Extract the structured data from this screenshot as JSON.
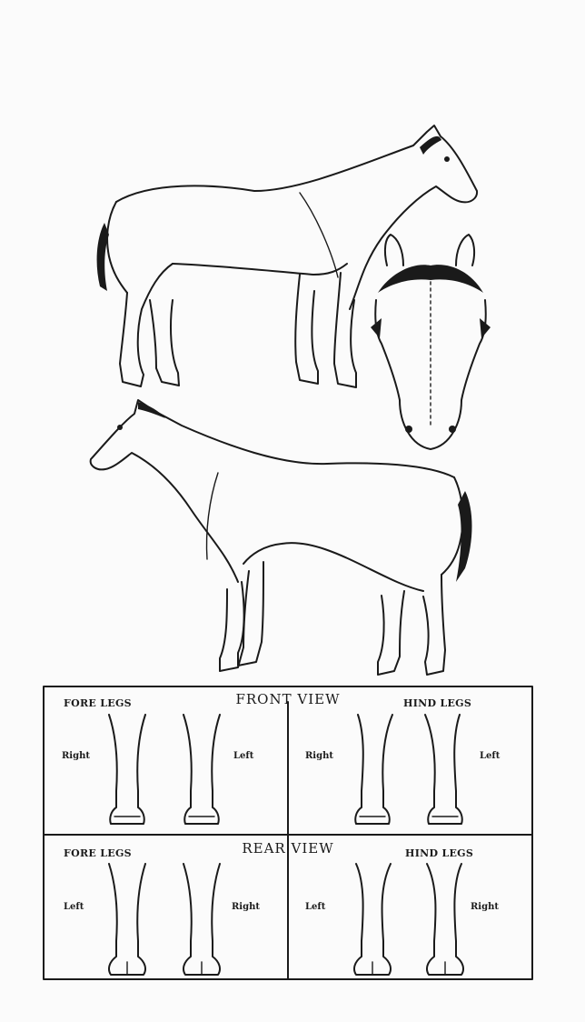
{
  "panel": {
    "front": {
      "title": "FRONT VIEW",
      "fore_legs": "FORE LEGS",
      "hind_legs": "HIND LEGS",
      "fore_left_side": "Right",
      "fore_right_side": "Left",
      "hind_left_side": "Right",
      "hind_right_side": "Left"
    },
    "rear": {
      "title": "REAR VIEW",
      "fore_legs": "FORE LEGS",
      "hind_legs": "HIND LEGS",
      "fore_left_side": "Left",
      "fore_right_side": "Right",
      "hind_left_side": "Left",
      "hind_right_side": "Right"
    }
  }
}
